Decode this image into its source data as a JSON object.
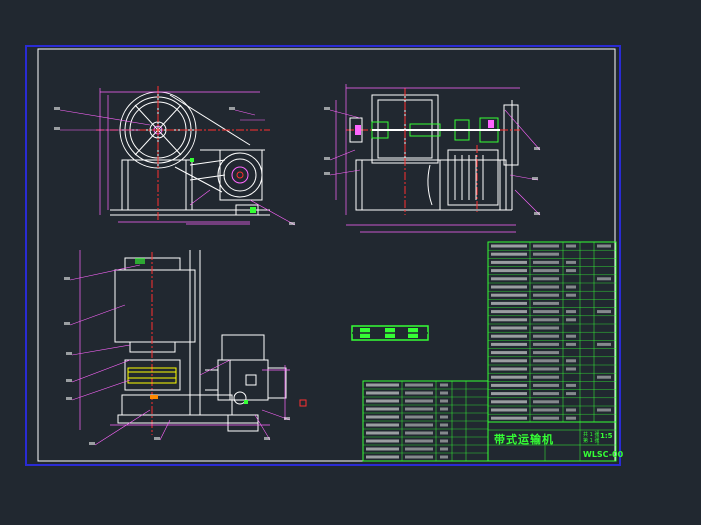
{
  "drawing": {
    "title": "带式运输机",
    "code": "WLSC-00",
    "scale": "1:5",
    "sheet": "第 1 张",
    "material_note": "共 1 张",
    "colors": {
      "background": "#212830",
      "frame_white": "#ffffff",
      "frame_blue": "#2a2bd4",
      "outline": "#ffffff",
      "dimension": "#ff66ff",
      "center_line": "#ff3030",
      "hidden": "#ffff00",
      "green": "#35ff35",
      "cyan": "#00e5ff",
      "orange": "#ff8a00"
    }
  }
}
